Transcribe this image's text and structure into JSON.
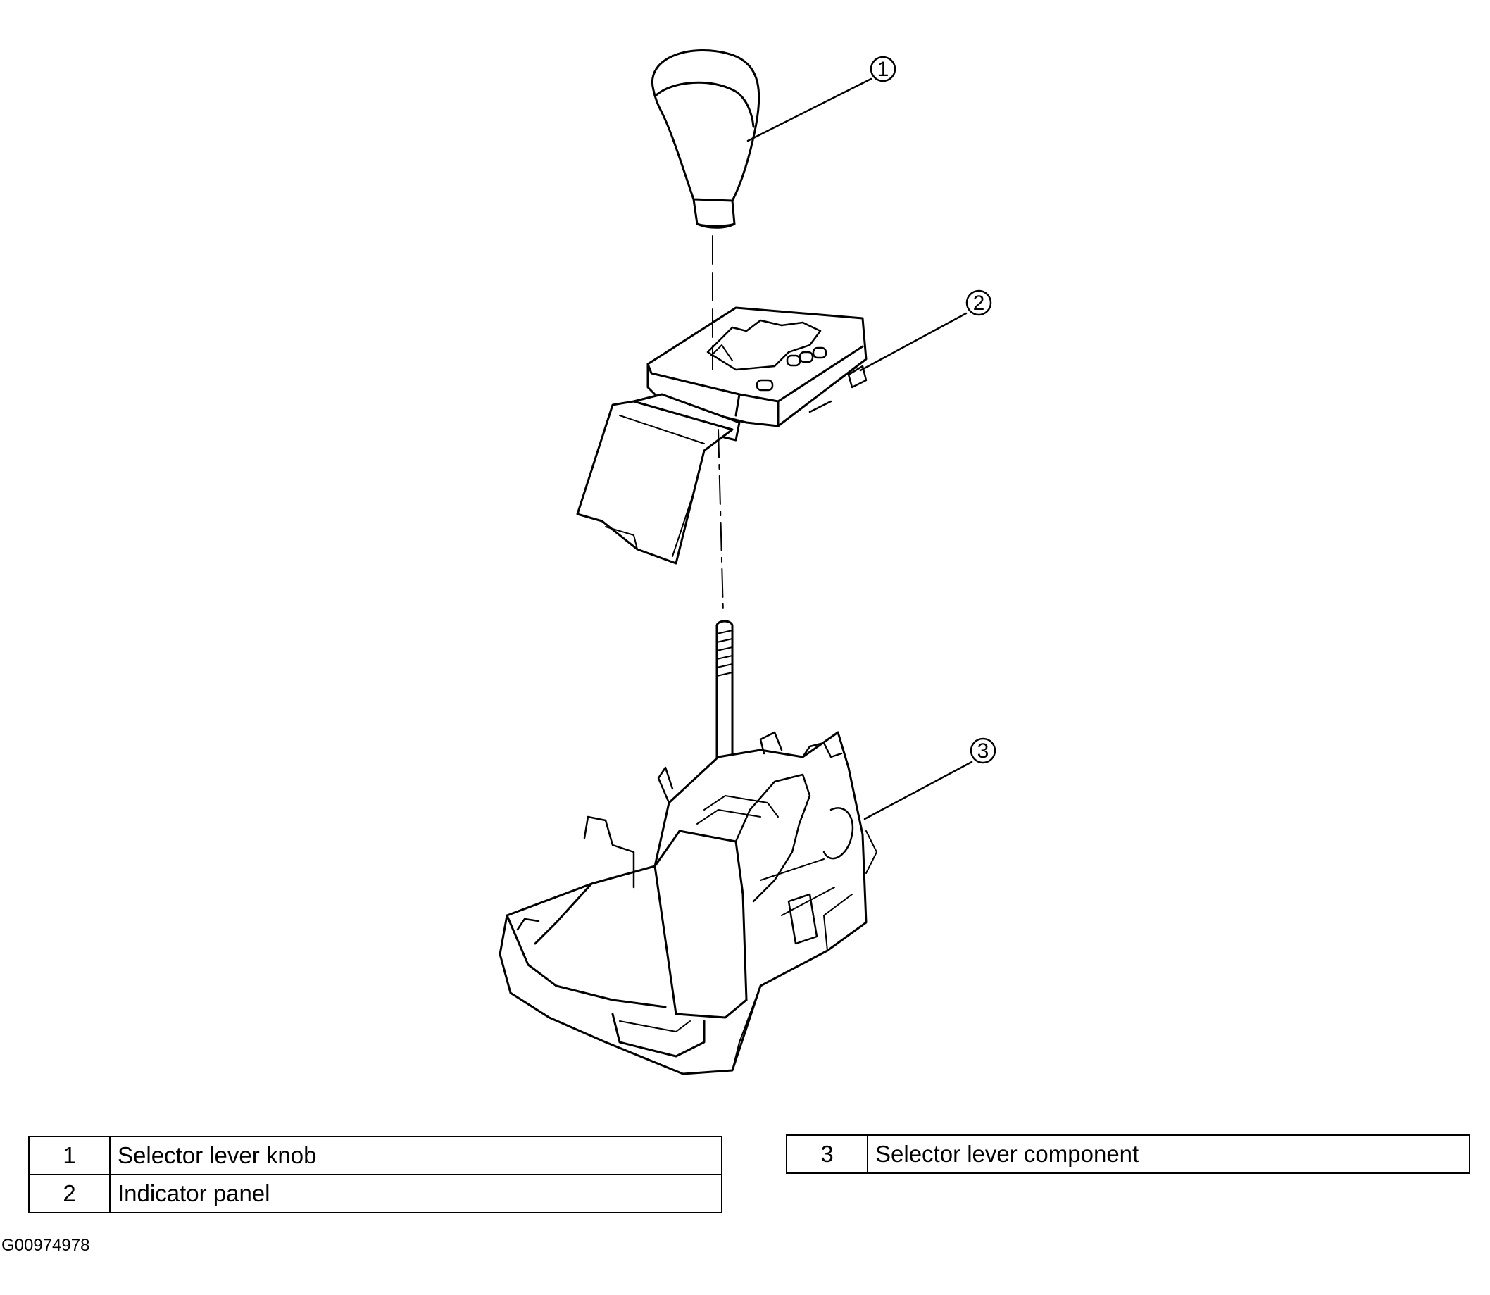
{
  "callouts": [
    {
      "number": "1"
    },
    {
      "number": "2"
    },
    {
      "number": "3"
    }
  ],
  "legend": {
    "left": [
      {
        "number": "1",
        "label": "Selector lever knob"
      },
      {
        "number": "2",
        "label": "Indicator panel"
      }
    ],
    "right": [
      {
        "number": "3",
        "label": "Selector lever component"
      }
    ]
  },
  "figure_id": "G00974978"
}
